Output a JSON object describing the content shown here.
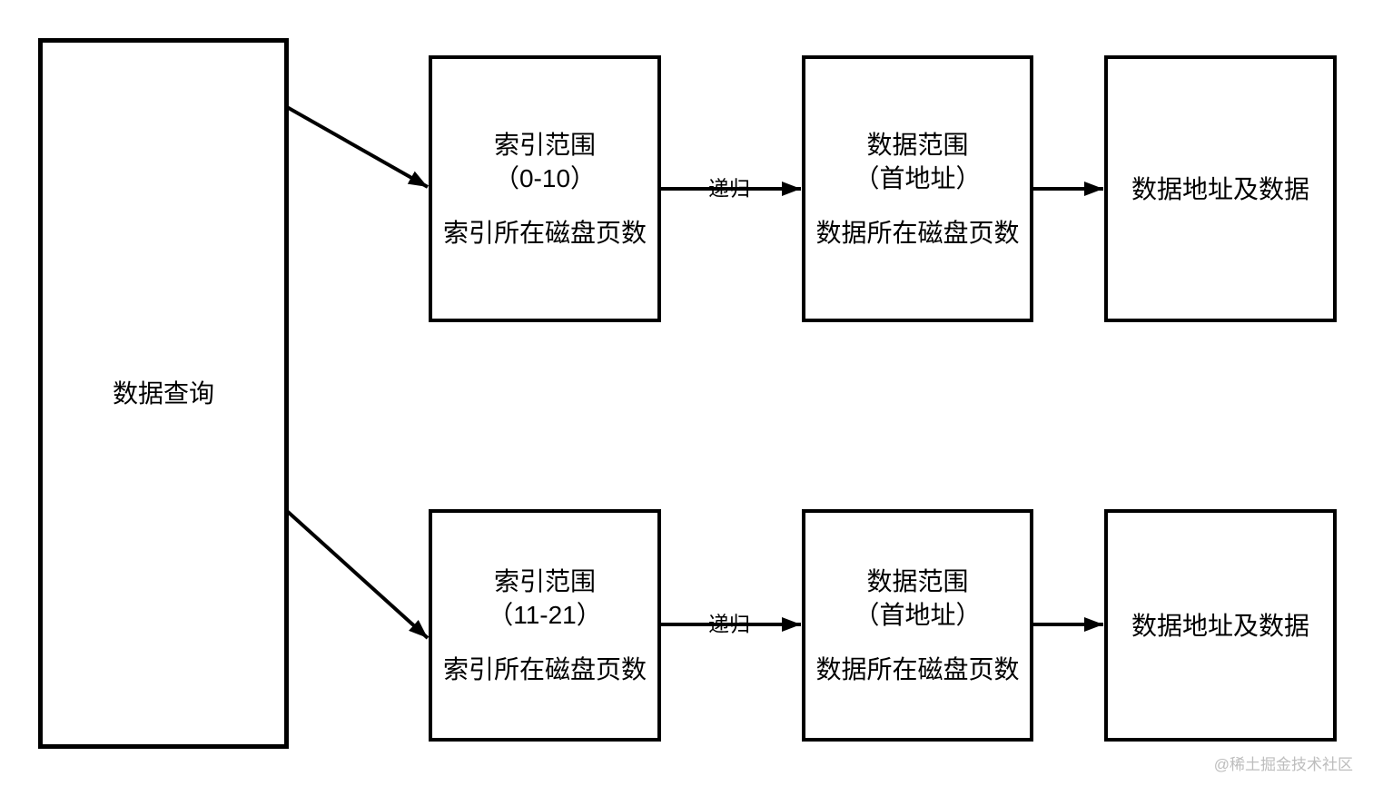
{
  "diagram": {
    "query_box": {
      "label": "数据查询"
    },
    "rows": [
      {
        "index_box": {
          "title": "索引范围",
          "range": "（0-10）",
          "subtitle": "索引所在磁盘页数"
        },
        "recursion_arrow_label": "递归",
        "data_box": {
          "title": "数据范围",
          "range": "（首地址）",
          "subtitle": "数据所在磁盘页数"
        },
        "result_box": {
          "label": "数据地址及数据"
        }
      },
      {
        "index_box": {
          "title": "索引范围",
          "range": "（11-21）",
          "subtitle": "索引所在磁盘页数"
        },
        "recursion_arrow_label": "递归",
        "data_box": {
          "title": "数据范围",
          "range": "（首地址）",
          "subtitle": "数据所在磁盘页数"
        },
        "result_box": {
          "label": "数据地址及数据"
        }
      }
    ],
    "watermark": "@稀土掘金技术社区",
    "colors": {
      "line": "#000000",
      "watermark": "#bdbdbd",
      "background": "#ffffff"
    }
  }
}
